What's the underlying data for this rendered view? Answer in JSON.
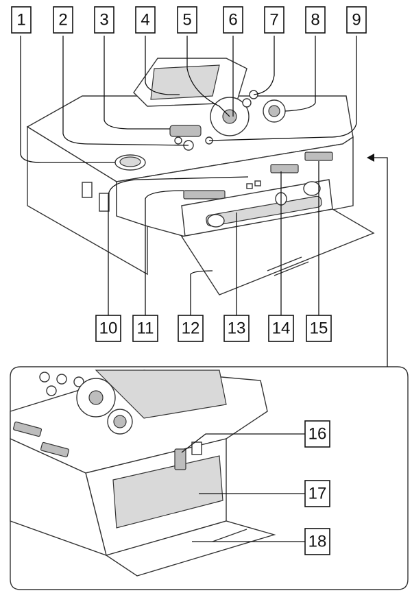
{
  "callouts_top": [
    "1",
    "2",
    "3",
    "4",
    "5",
    "6",
    "7",
    "8",
    "9"
  ],
  "callouts_bottom": [
    "10",
    "11",
    "12",
    "13",
    "14",
    "15"
  ],
  "callouts_inset": [
    "16",
    "17",
    "18"
  ],
  "colors": {
    "ink": "#111111",
    "paper": "#ffffff",
    "shade": "#d9d9d9"
  }
}
